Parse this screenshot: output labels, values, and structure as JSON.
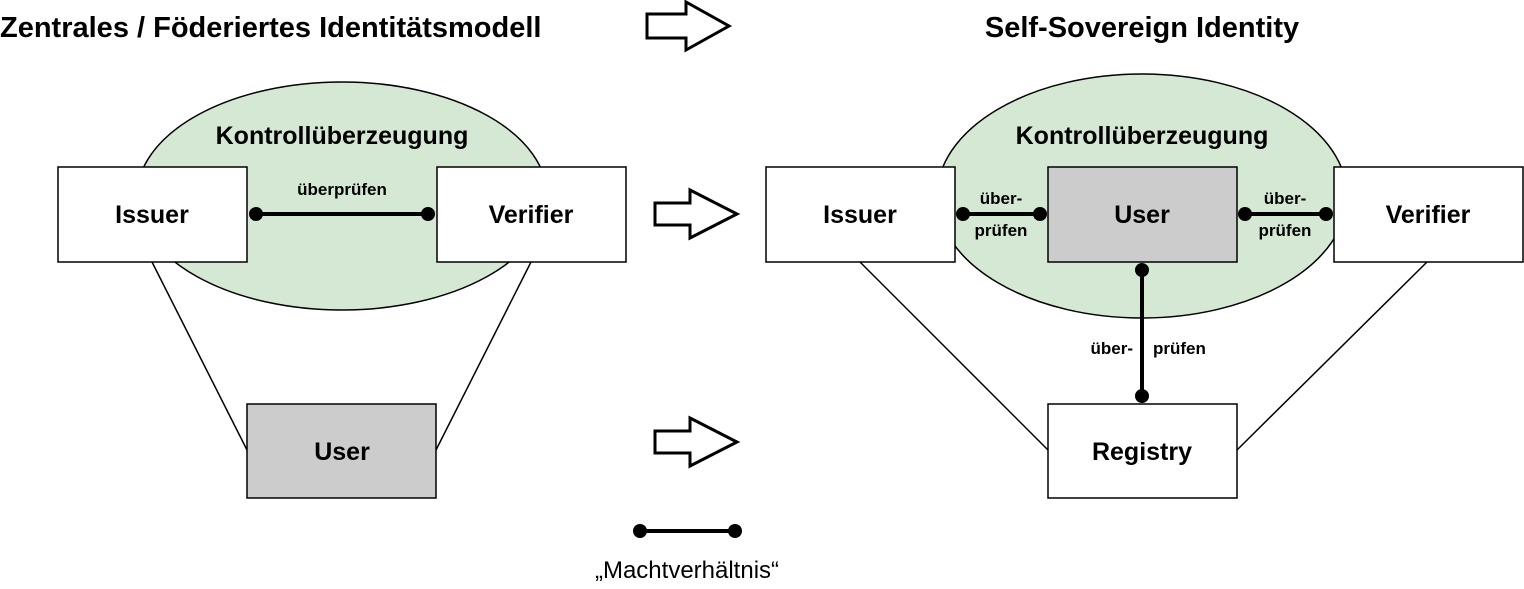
{
  "left": {
    "title": "Zentrales / Föderiertes Identitätsmodell",
    "ellipse_label": "Kontrollüberzeugung",
    "issuer": "Issuer",
    "verifier": "Verifier",
    "user": "User",
    "link_label": "überprüfen"
  },
  "right": {
    "title": "Self-Sovereign Identity",
    "ellipse_label": "Kontrollüberzeugung",
    "issuer": "Issuer",
    "user": "User",
    "verifier": "Verifier",
    "registry": "Registry",
    "link_left_top": "über-",
    "link_left_bottom": "prüfen",
    "link_right_top": "über-",
    "link_right_bottom": "prüfen",
    "link_vertical_left": "über-",
    "link_vertical_right": "prüfen"
  },
  "legend": {
    "label": "„Machtverhältnis“"
  },
  "colors": {
    "ellipse_fill": "#d5e8d4",
    "user_fill": "#cccccc",
    "box_fill": "#ffffff",
    "stroke": "#000000"
  }
}
